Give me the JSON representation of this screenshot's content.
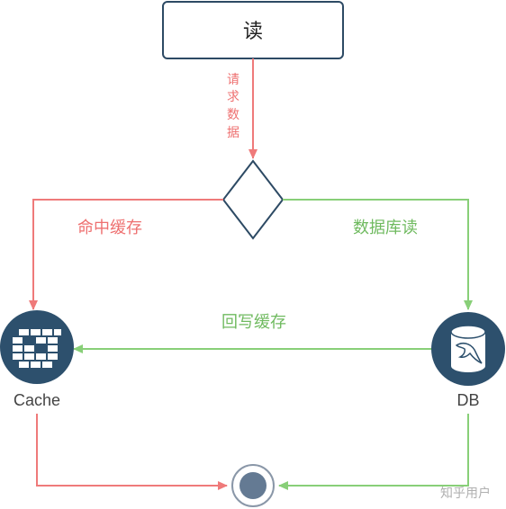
{
  "start_box": {
    "label": "读"
  },
  "edges": {
    "request_data": [
      "请",
      "求",
      "数",
      "据"
    ],
    "hit_cache": "命中缓存",
    "read_db": "数据库读",
    "write_back": "回写缓存"
  },
  "nodes": {
    "cache": {
      "label": "Cache",
      "icon": "cache-grid-icon"
    },
    "db": {
      "label": "DB",
      "icon": "mysql-dolphin-icon"
    },
    "end": {
      "icon": "end-point-icon"
    }
  },
  "watermark": "知乎用户",
  "colors": {
    "red": "#ef7a7a",
    "red_text": "#ee7070",
    "green": "#88cf78",
    "green_text": "#6fba5f",
    "navy": "#2d506d",
    "box_border": "#2d4a64",
    "end_fill": "#647a93"
  }
}
